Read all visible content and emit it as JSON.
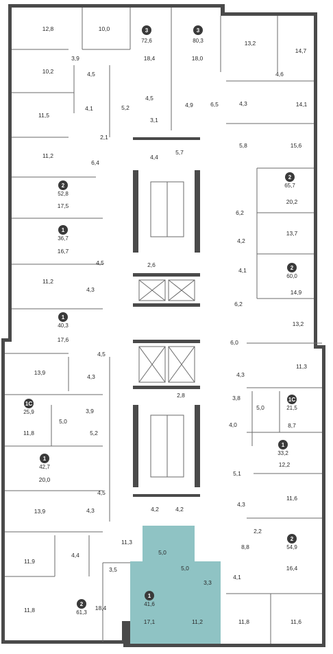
{
  "plan": {
    "colors": {
      "wall": "#4a4a4a",
      "highlight": "#8fc3c4",
      "badge": "#3a3a3a",
      "background": "#ffffff"
    },
    "apartments": [
      {
        "rooms": "3",
        "area": "72,6"
      },
      {
        "rooms": "3",
        "area": "80,3"
      },
      {
        "rooms": "2",
        "area": "52,8"
      },
      {
        "rooms": "2",
        "area": "65,7"
      },
      {
        "rooms": "1",
        "area": "36,7"
      },
      {
        "rooms": "2",
        "area": "60,0"
      },
      {
        "rooms": "1",
        "area": "40,3"
      },
      {
        "rooms": "1С",
        "area": "25,9"
      },
      {
        "rooms": "1С",
        "area": "21,5"
      },
      {
        "rooms": "1",
        "area": "33,2"
      },
      {
        "rooms": "1",
        "area": "42,7"
      },
      {
        "rooms": "2",
        "area": "54,9"
      },
      {
        "rooms": "2",
        "area": "61,3"
      },
      {
        "rooms": "1",
        "area": "41,6"
      }
    ],
    "room_areas": [
      "12,8",
      "10,0",
      "18,4",
      "18,0",
      "13,2",
      "14,7",
      "3,9",
      "4,6",
      "10,2",
      "4,5",
      "4,5",
      "4,9",
      "6,5",
      "4,3",
      "14,1",
      "11,5",
      "4,1",
      "5,2",
      "3,1",
      "2,1",
      "5,8",
      "15,6",
      "11,2",
      "6,4",
      "4,4",
      "5,7",
      "20,2",
      "17,5",
      "6,2",
      "13,7",
      "4,2",
      "16,7",
      "4,1",
      "4,5",
      "2,6",
      "11,2",
      "4,3",
      "14,9",
      "6,2",
      "13,2",
      "17,6",
      "6,0",
      "4,5",
      "13,9",
      "4,3",
      "11,3",
      "4,3",
      "2,8",
      "3,9",
      "3,8",
      "5,0",
      "11,8",
      "5,0",
      "5,2",
      "8,7",
      "4,0",
      "12,2",
      "20,0",
      "5,1",
      "4,5",
      "11,6",
      "13,9",
      "4,3",
      "4,2",
      "4,2",
      "4,3",
      "11,3",
      "2,2",
      "4,4",
      "5,0",
      "8,8",
      "11,9",
      "3,5",
      "5,0",
      "3,3",
      "4,1",
      "16,4",
      "11,8",
      "18,4",
      "17,1",
      "11,2",
      "11,8",
      "11,6"
    ]
  }
}
